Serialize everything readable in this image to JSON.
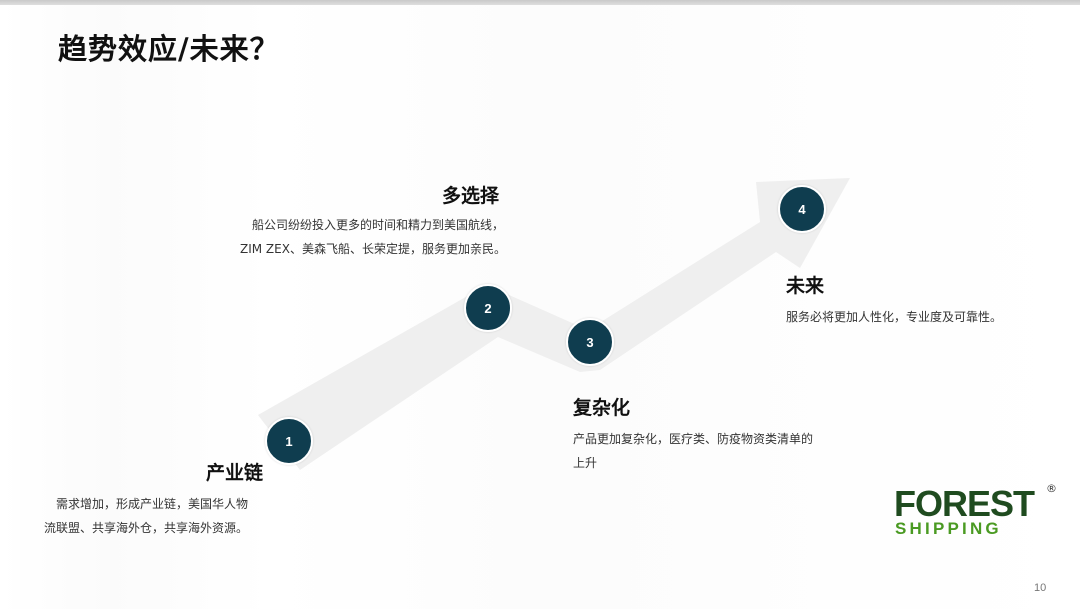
{
  "slide": {
    "title": "趋势效应/未来？",
    "page_number": "10"
  },
  "steps": [
    {
      "number": "1",
      "heading": "产业链",
      "description_lines": [
        "需求增加，形成产业链，美国华人物",
        "流联盟、共享海外仓，共享海外资源。"
      ]
    },
    {
      "number": "2",
      "heading": "多选择",
      "description_lines": [
        "船公司纷纷投入更多的时间和精力到美国航线，",
        "ZIM ZEX、美森飞船、长荣定提，服务更加亲民。"
      ]
    },
    {
      "number": "3",
      "heading": "复杂化",
      "description_lines": [
        "产品更加复杂化，医疗类、防疫物资类清单的",
        "上升"
      ]
    },
    {
      "number": "4",
      "heading": "未来",
      "description_lines": [
        "服务必将更加人性化，专业度及可靠性。"
      ]
    }
  ],
  "logo": {
    "line1": "FOREST",
    "line2": "SHIPPING",
    "registered_mark": "®"
  },
  "colors": {
    "node_fill": "#0f3d4f",
    "arrow_fill": "#efefef",
    "logo_dark_green": "#1f4b1f",
    "logo_light_green": "#4a9a22"
  }
}
